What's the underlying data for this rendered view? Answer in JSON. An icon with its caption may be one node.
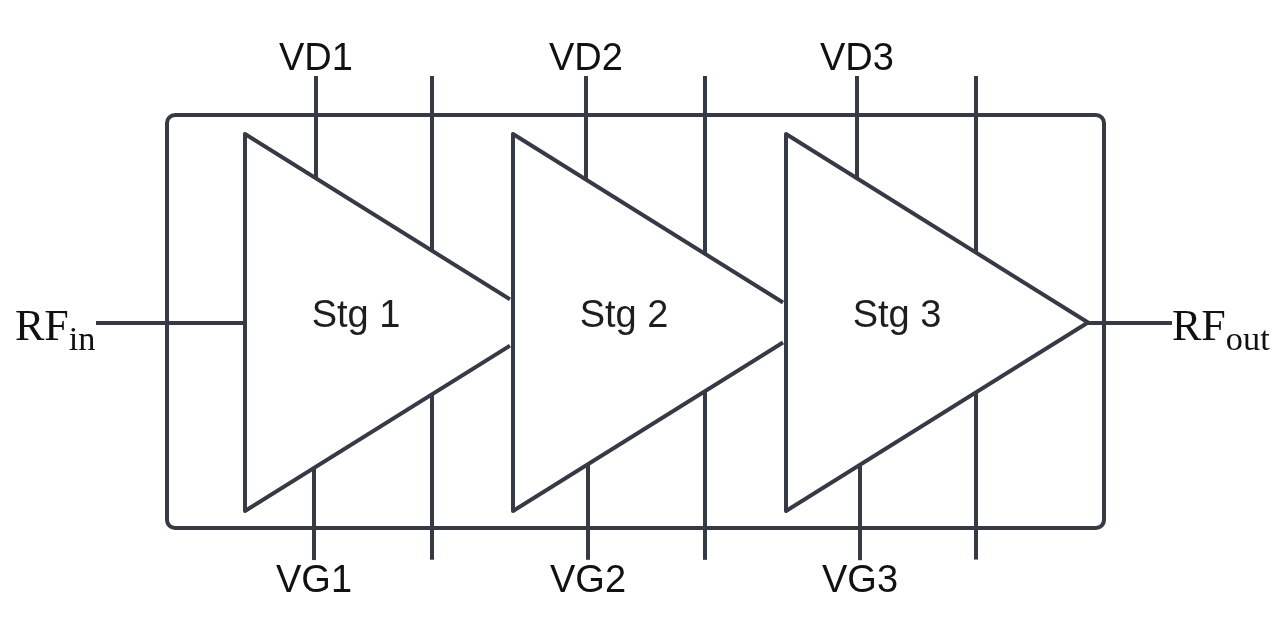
{
  "diagram": {
    "nodes": [
      {
        "text": [
          "VD1"
        ]
      },
      {
        "text": [
          "VD2"
        ]
      },
      {
        "text": [
          "VD3"
        ]
      },
      {
        "text": [
          "RF$_{in}$"
        ]
      },
      {
        "text": [],
        "shape": "box"
      },
      {
        "text": [
          "Stg 1"
        ],
        "in": 4
      },
      {
        "text": [
          "Stg 2"
        ],
        "in": 4
      },
      {
        "text": [
          "Stg 3"
        ],
        "in": 4
      },
      {
        "text": [
          "RF$_{out}$"
        ]
      },
      {
        "text": [
          "VG1"
        ]
      },
      {
        "text": [
          "VG2"
        ]
      },
      {
        "text": [
          "VG3"
        ]
      }
    ],
    "edges": [
      {
        "from": 0,
        "to": 5,
        "arrow": "none"
      },
      {
        "from": null,
        "to": 5,
        "arrow": "none"
      },
      {
        "from": 1,
        "to": 6,
        "arrow": "none"
      },
      {
        "from": null,
        "to": 6,
        "arrow": "none"
      },
      {
        "from": 2,
        "to": 7,
        "arrow": "none"
      },
      {
        "from": null,
        "to": 7,
        "arrow": "none"
      },
      {
        "from": 3,
        "to": 5,
        "arrow": "none"
      },
      {
        "from": 7,
        "to": 8,
        "arrow": "none"
      },
      {
        "from": 9,
        "to": 5,
        "arrow": "none"
      },
      {
        "from": null,
        "to": 5,
        "arrow": "none"
      },
      {
        "from": 10,
        "to": 6,
        "arrow": "none"
      },
      {
        "from": null,
        "to": 6,
        "arrow": "none"
      },
      {
        "from": 11,
        "to": 7,
        "arrow": "none"
      },
      {
        "from": null,
        "to": 7,
        "arrow": "none"
      }
    ]
  }
}
